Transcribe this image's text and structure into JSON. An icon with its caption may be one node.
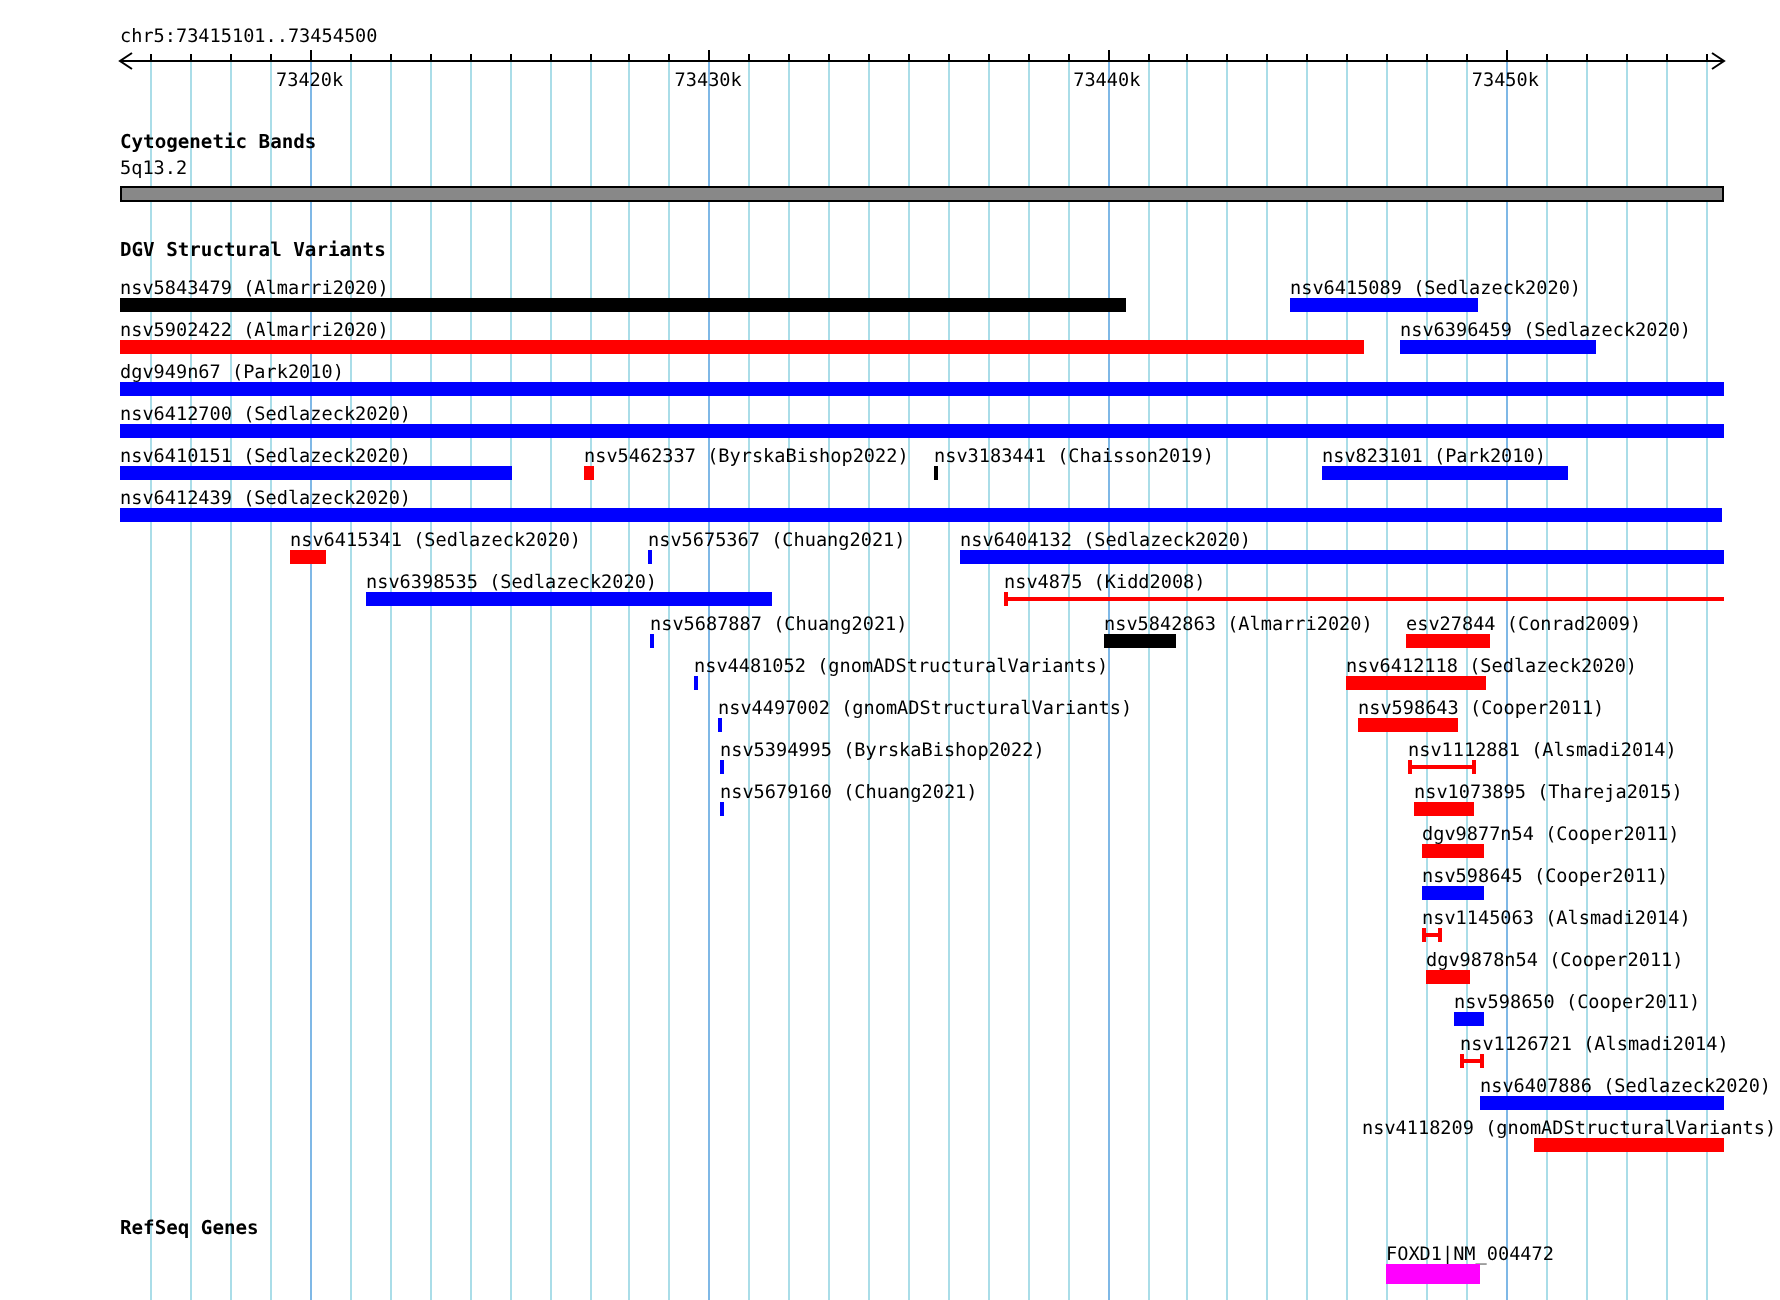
{
  "diagram": {
    "nodes": [
      {
        "text": [
          "Cytogenetic Bands"
        ]
      },
      {
        "text": [
          "5q13.2"
        ],
        "in": 0
      },
      {
        "text": [
          "DGV Structural Variants"
        ]
      },
      {
        "text": [
          "nsv5843479 (Almarri2020)"
        ],
        "in": 2
      },
      {
        "text": [
          "nsv6415089 (Sedlazeck2020)"
        ],
        "in": 2
      },
      {
        "text": [
          "nsv5902422 (Almarri2020)"
        ],
        "in": 2
      },
      {
        "text": [
          "nsv6396459 (Sedlazeck2020)"
        ],
        "in": 2
      },
      {
        "text": [
          "dgv949n67 (Park2010)"
        ],
        "in": 2
      },
      {
        "text": [
          "nsv6412700 (Sedlazeck2020)"
        ],
        "in": 2
      },
      {
        "text": [
          "nsv6410151 (Sedlazeck2020)"
        ],
        "in": 2
      },
      {
        "text": [
          "nsv5462337 (ByrskaBishop2022)"
        ],
        "in": 2
      },
      {
        "text": [
          "nsv3183441 (Chaisson2019)"
        ],
        "in": 2
      },
      {
        "text": [
          "nsv823101 (Park2010)"
        ],
        "in": 2
      },
      {
        "text": [
          "nsv6412439 (Sedlazeck2020)"
        ],
        "in": 2
      },
      {
        "text": [
          "nsv6415341 (Sedlazeck2020)"
        ],
        "in": 2
      },
      {
        "text": [
          "nsv5675367 (Chuang2021)"
        ],
        "in": 2
      },
      {
        "text": [
          "nsv6404132 (Sedlazeck2020)"
        ],
        "in": 2
      },
      {
        "text": [
          "nsv6398535 (Sedlazeck2020)"
        ],
        "in": 2
      },
      {
        "text": [
          "nsv4875 (Kidd2008)"
        ],
        "in": 2
      },
      {
        "text": [
          "nsv5687887 (Chuang2021)"
        ],
        "in": 2
      },
      {
        "text": [
          "nsv5842863 (Almarri2020)"
        ],
        "in": 2
      },
      {
        "text": [
          "esv27844 (Conrad2009)"
        ],
        "in": 2
      },
      {
        "text": [
          "nsv4481052 (gnomADStructuralVariants)"
        ],
        "in": 2
      },
      {
        "text": [
          "nsv6412118 (Sedlazeck2020)"
        ],
        "in": 2
      },
      {
        "text": [
          "nsv4497002 (gnomADStructuralVariants)"
        ],
        "in": 2
      },
      {
        "text": [
          "nsv598643 (Cooper2011)"
        ],
        "in": 2
      },
      {
        "text": [
          "nsv5394995 (ByrskaBishop2022)"
        ],
        "in": 2
      },
      {
        "text": [
          "nsv1112881 (Alsmadi2014)"
        ],
        "in": 2
      },
      {
        "text": [
          "nsv5679160 (Chuang2021)"
        ],
        "in": 2
      },
      {
        "text": [
          "nsv1073895 (Thareja2015)"
        ],
        "in": 2
      },
      {
        "text": [
          "dgv9877n54 (Cooper2011)"
        ],
        "in": 2
      },
      {
        "text": [
          "nsv598645 (Cooper2011)"
        ],
        "in": 2
      },
      {
        "text": [
          "nsv1145063 (Alsmadi2014)"
        ],
        "in": 2
      },
      {
        "text": [
          "dgv9878n54 (Cooper2011)"
        ],
        "in": 2
      },
      {
        "text": [
          "nsv598650 (Cooper2011)"
        ],
        "in": 2
      },
      {
        "text": [
          "nsv1126721 (Alsmadi2014)"
        ],
        "in": 2
      },
      {
        "text": [
          "nsv6407886 (Sedlazeck2020)"
        ],
        "in": 2
      },
      {
        "text": [
          "nsv4118209 (gnomADStructuralVariants)"
        ],
        "in": 2
      },
      {
        "text": [
          "RefSeq Genes"
        ]
      },
      {
        "text": [
          "FOXD1|NM_004472"
        ],
        "in": 38
      }
    ],
    "edges": [],
    "labels": [
      "chr5:73415101..73454500",
      "73420k",
      "73430k",
      "73440k",
      "73450k"
    ]
  }
}
